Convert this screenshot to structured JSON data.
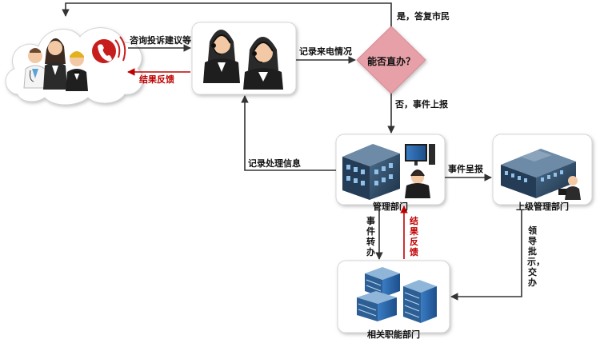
{
  "nodes": {
    "citizens": "",
    "operators": "",
    "decision": "能否直办？",
    "management": "管理部门",
    "superior": "上级管理部门",
    "departments": "相关职能部门"
  },
  "edges": {
    "inquiry": "咨询投诉建议等",
    "feedback_to_citizens": "结果反馈",
    "record_call": "记录来电情况",
    "yes_reply": "是，答复市民",
    "no_report": "否，事件上报",
    "record_handling": "记录处理信息",
    "report_up": "事件呈报",
    "transfer": "事件转办",
    "feedback_up": "结果反馈",
    "instruct": "领导批示，交办"
  },
  "colors": {
    "arrow": "#333333",
    "feedback_arrow": "#c00000",
    "decision_fill": "#e8a0a8",
    "headset": "#222222",
    "building": "#2b4a66"
  }
}
